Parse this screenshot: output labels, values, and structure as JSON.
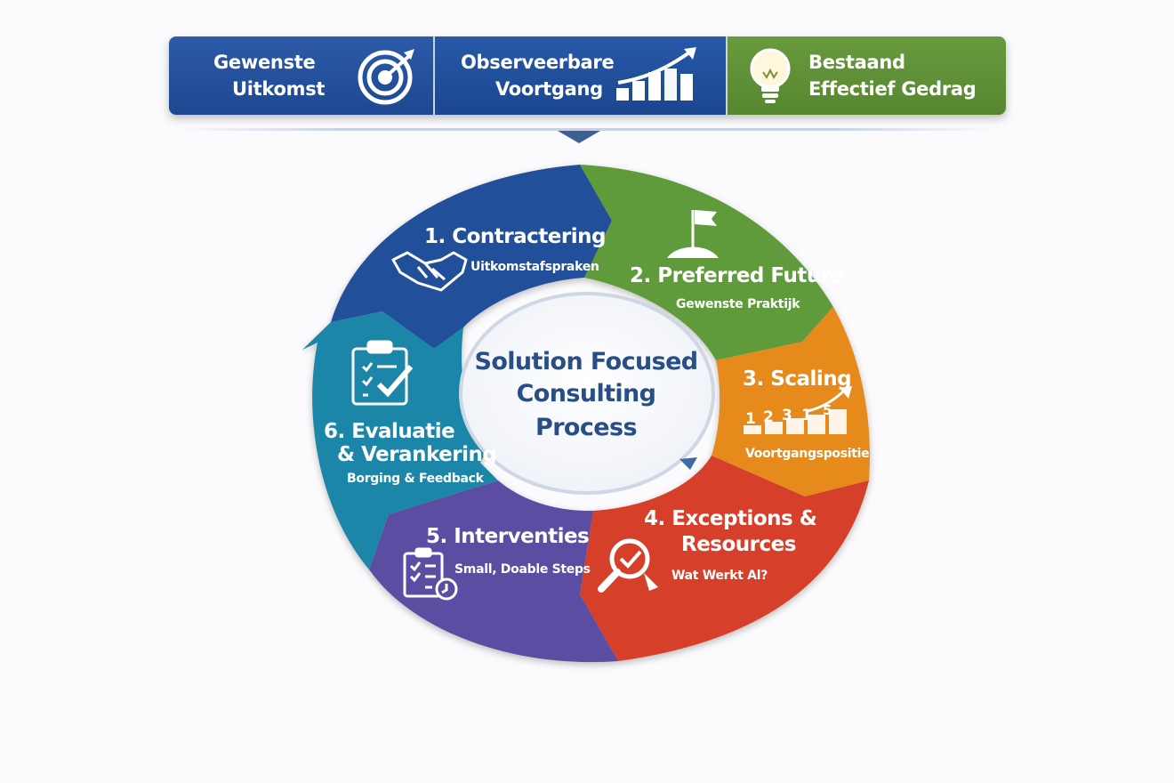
{
  "banner": {
    "panels": [
      {
        "line1": "Gewenste",
        "line2": "Uitkomst",
        "icon": "target-icon",
        "color": "#1d4790"
      },
      {
        "line1": "Observeerbare",
        "line2": "Voortgang",
        "icon": "rising-bar-chart-icon",
        "color": "#1b4690"
      },
      {
        "line1": "Bestaand",
        "line2": "Effectief Gedrag",
        "icon": "lightbulb-icon",
        "color": "#56862f"
      }
    ]
  },
  "cycle": {
    "center": {
      "line1": "Solution Focused",
      "line2": "Consulting",
      "line3": "Process"
    },
    "steps": [
      {
        "title": "1. Contractering",
        "subtitle": "Uitkomstafspraken",
        "icon": "handshake-icon",
        "color": "#234f99"
      },
      {
        "title": "2. Preferred Future",
        "subtitle": "Gewenste Praktijk",
        "icon": "flag-hill-icon",
        "color": "#5f9b3a"
      },
      {
        "title": "3. Scaling",
        "subtitle": "Voortgangspositie",
        "icon": "scale-steps-icon",
        "color": "#e68a1e",
        "scale_labels": [
          "1",
          "2",
          "3",
          "1",
          "5"
        ]
      },
      {
        "title_line1": "4. Exceptions &",
        "title_line2": "Resources",
        "subtitle": "Wat Werkt Al?",
        "icon": "magnifier-check-icon",
        "color": "#d6402b"
      },
      {
        "title": "5. Interventies",
        "subtitle": "Small, Doable Steps",
        "icon": "checklist-clock-icon",
        "color": "#5a4ea2"
      },
      {
        "title_line1": "6. Evaluatie",
        "title_line2": "& Verankering",
        "subtitle": "Borging & Feedback",
        "icon": "clipboard-check-icon",
        "color": "#1f86a8"
      }
    ]
  }
}
